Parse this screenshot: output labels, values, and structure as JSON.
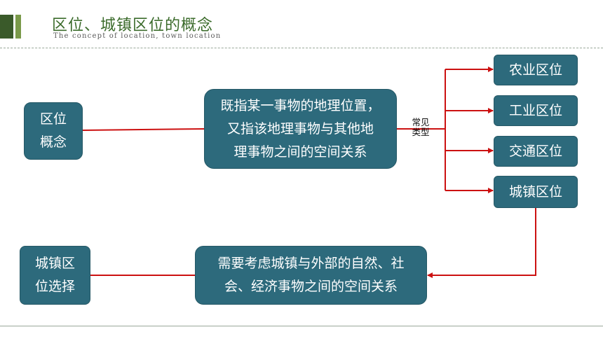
{
  "header": {
    "title": "区位、城镇区位的概念",
    "subtitle": "The concept of location, town location"
  },
  "diagram": {
    "concept_box": {
      "line1": "区位",
      "line2": "概念"
    },
    "definition_box": {
      "line1": "既指某一事物的地理位置，",
      "line2": "又指该地理事物与其他地",
      "line3": "理事物之间的空间关系"
    },
    "types_label": {
      "line1": "常见",
      "line2": "类型"
    },
    "types": [
      "农业区位",
      "工业区位",
      "交通区位",
      "城镇区位"
    ],
    "town_box": {
      "line1": "需要考虑城镇与外部的自然、社",
      "line2": "会、经济事物之间的空间关系"
    },
    "choice_box": {
      "line1": "城镇区",
      "line2": "位选择"
    }
  },
  "colors": {
    "box_fill": "#2d6a7c",
    "arrow": "#cc1111",
    "title_green": "#3b6b2b"
  }
}
